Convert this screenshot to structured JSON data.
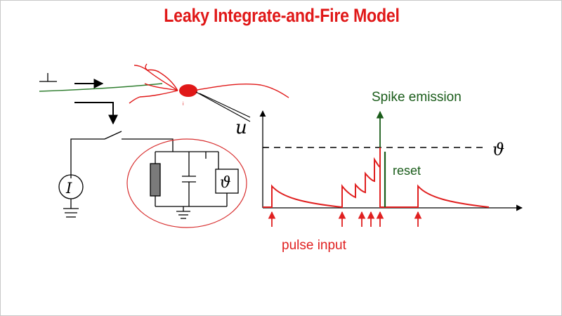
{
  "title": "Leaky Integrate-and-Fire Model",
  "labels": {
    "spike_emission": "Spike emission",
    "reset": "reset",
    "pulse_input": "pulse input",
    "threshold_symbol": "ϑ",
    "membrane_potential_symbol": "u",
    "current_source_symbol": "I",
    "threshold_box_symbol": "ϑ",
    "soma_mark": "i"
  },
  "colors": {
    "title": "#e01818",
    "trace": "#e02020",
    "pulse_arrows": "#e02020",
    "pulse_label": "#e02020",
    "spike": "#1a5c1a",
    "reset_line": "#1a5c1a",
    "neuron": "#e01818",
    "axon_input": "#2e7d2e",
    "circuit": "#000000",
    "resistor_fill": "#7a7a7a",
    "rc_circle": "#d83030"
  }
}
